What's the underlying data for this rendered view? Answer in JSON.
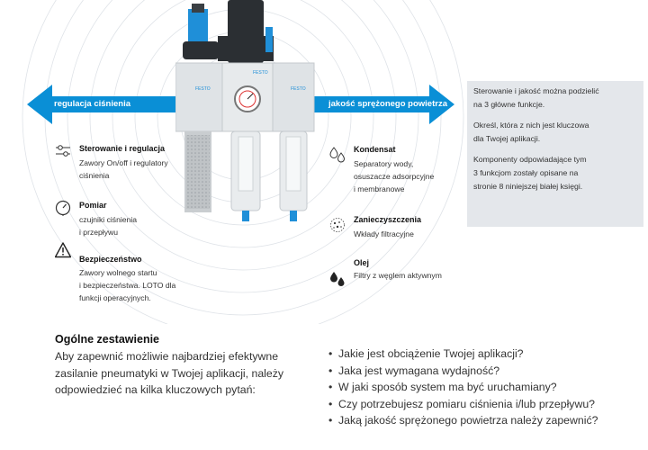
{
  "arrows": {
    "left_label": "regulacja ciśnienia",
    "right_label": "jakość sprężonego powietrza"
  },
  "product_labels": {
    "left": "FESTO",
    "mid": "FESTO",
    "right": "FESTO"
  },
  "left_features": [
    {
      "icon": "control-sliders-icon",
      "title": "Sterowanie i regulacja",
      "lines": [
        "Zawory On/off i regulatory",
        "ciśnienia"
      ]
    },
    {
      "icon": "gauge-icon",
      "title": "Pomiar",
      "lines": [
        "czujniki ciśnienia",
        "i przepływu"
      ]
    },
    {
      "icon": "warning-triangle-icon",
      "title": "Bezpieczeństwo",
      "lines": [
        "Zawory wolnego startu",
        "i bezpieczeństwa.  LOTO dla",
        "funkcji operacyjnych."
      ]
    }
  ],
  "right_features": [
    {
      "icon": "droplets-icon",
      "title": "Kondensat",
      "lines": [
        "Separatory wody,",
        "osuszacze adsorpcyjne",
        "i membranowe"
      ]
    },
    {
      "icon": "particles-icon",
      "title": "Zanieczyszczenia",
      "lines": [
        "Wkłady filtracyjne"
      ]
    },
    {
      "icon": "oil-drops-icon",
      "title": "Olej",
      "lines": [
        "Filtry z węglem aktywnym"
      ]
    }
  ],
  "sidebox": {
    "p1_lines": [
      "Sterowanie i jakość można podzielić",
      "na 3 główne funkcje."
    ],
    "p2_lines": [
      "Określ, która z nich jest kluczowa",
      "dla Twojej aplikacji."
    ],
    "p3_lines": [
      "Komponenty odpowiadające tym",
      "3 funkcjom zostały opisane na",
      "stronie 8 niniejszej białej księgi."
    ]
  },
  "overview": {
    "heading": "Ogólne zestawienie",
    "intro": "Aby zapewnić możliwie najbardziej efektywne zasilanie pneumatyki w Twojej aplikacji, należy odpowiedzieć na kilka kluczowych pytań:",
    "questions": [
      "Jakie jest obciążenie Twojej aplikacji?",
      "Jaka jest wymagana wydajność?",
      "W jaki sposób system ma być uruchamiany?",
      "Czy potrzebujesz pomiaru ciśnienia i/lub przepływu?",
      "Jaką jakość sprężonego powietrza należy zapewnić?"
    ]
  },
  "colors": {
    "accent": "#0a8fd6",
    "sidebox_bg": "#e4e7eb",
    "unit_body": "#dfe3e6",
    "unit_dark": "#2b2f33"
  }
}
